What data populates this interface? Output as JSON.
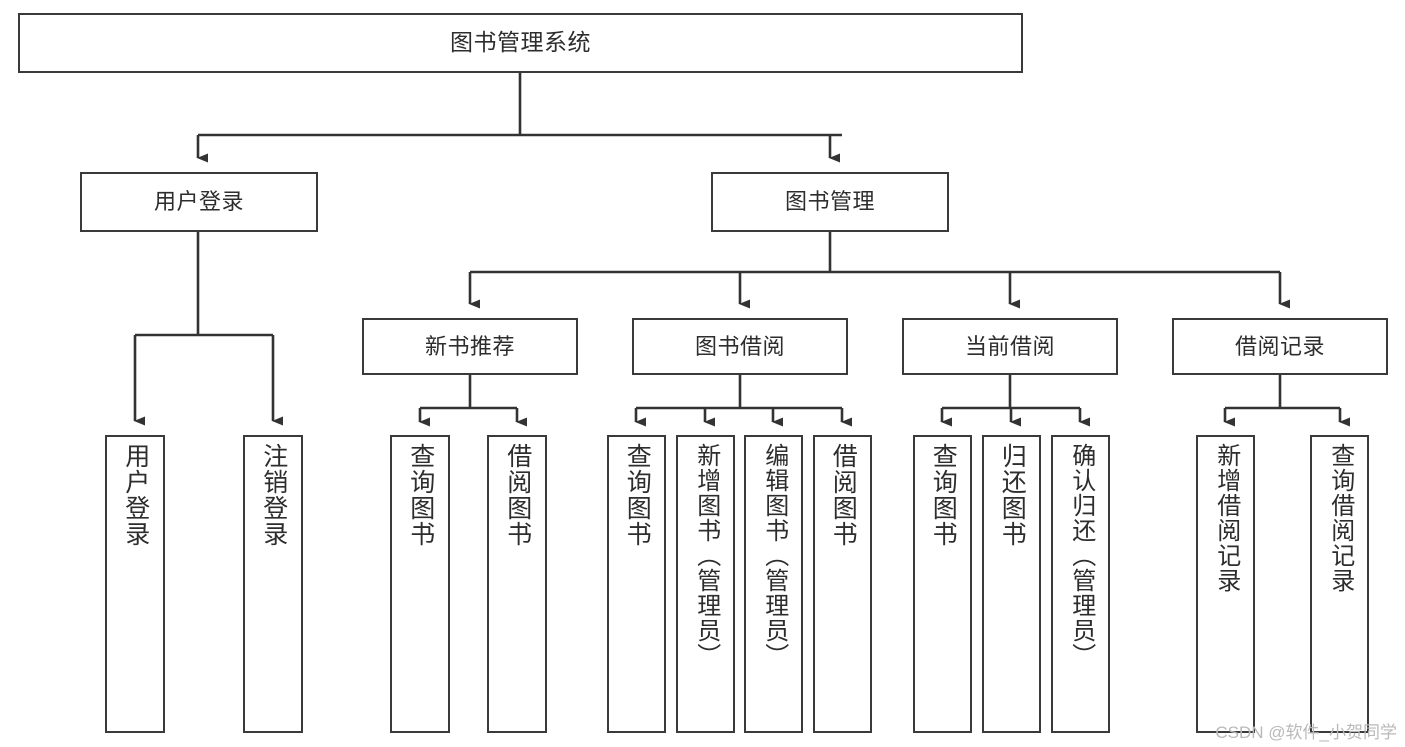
{
  "diagram": {
    "title": "图书管理系统",
    "type": "tree-hierarchy",
    "root": {
      "id": "root",
      "label": "图书管理系统"
    },
    "level1": [
      {
        "id": "user-login",
        "label": "用户登录"
      },
      {
        "id": "book-management",
        "label": "图书管理"
      }
    ],
    "level2": [
      {
        "id": "new-book-recommend",
        "label": "新书推荐",
        "parent": "book-management"
      },
      {
        "id": "book-borrow",
        "label": "图书借阅",
        "parent": "book-management"
      },
      {
        "id": "current-borrow",
        "label": "当前借阅",
        "parent": "book-management"
      },
      {
        "id": "borrow-record",
        "label": "借阅记录",
        "parent": "book-management"
      }
    ],
    "leaves": [
      {
        "id": "leaf-user-login",
        "label": "用户登录",
        "parent": "user-login"
      },
      {
        "id": "leaf-logout-login",
        "label": "注销登录",
        "parent": "user-login"
      },
      {
        "id": "leaf-query-book-1",
        "label": "查询图书",
        "parent": "new-book-recommend"
      },
      {
        "id": "leaf-borrow-book-1",
        "label": "借阅图书",
        "parent": "new-book-recommend"
      },
      {
        "id": "leaf-query-book-2",
        "label": "查询图书",
        "parent": "book-borrow"
      },
      {
        "id": "leaf-add-book",
        "label": "新增图书（管理员）",
        "parent": "book-borrow"
      },
      {
        "id": "leaf-edit-book",
        "label": "编辑图书（管理员）",
        "parent": "book-borrow"
      },
      {
        "id": "leaf-borrow-book-2",
        "label": "借阅图书",
        "parent": "book-borrow"
      },
      {
        "id": "leaf-query-book-3",
        "label": "查询图书",
        "parent": "current-borrow"
      },
      {
        "id": "leaf-return-book",
        "label": "归还图书",
        "parent": "current-borrow"
      },
      {
        "id": "leaf-confirm-return",
        "label": "确认归还（管理员）",
        "parent": "current-borrow"
      },
      {
        "id": "leaf-add-record",
        "label": "新增借阅记录",
        "parent": "borrow-record"
      },
      {
        "id": "leaf-query-record",
        "label": "查询借阅记录",
        "parent": "borrow-record"
      }
    ],
    "watermark": "CSDN @软件_小贺同学",
    "colors": {
      "border": "#3a3a3a",
      "text": "#2d2d2d",
      "background": "#ffffff",
      "edge": "#333333",
      "watermark": "#b9b9b9"
    }
  }
}
